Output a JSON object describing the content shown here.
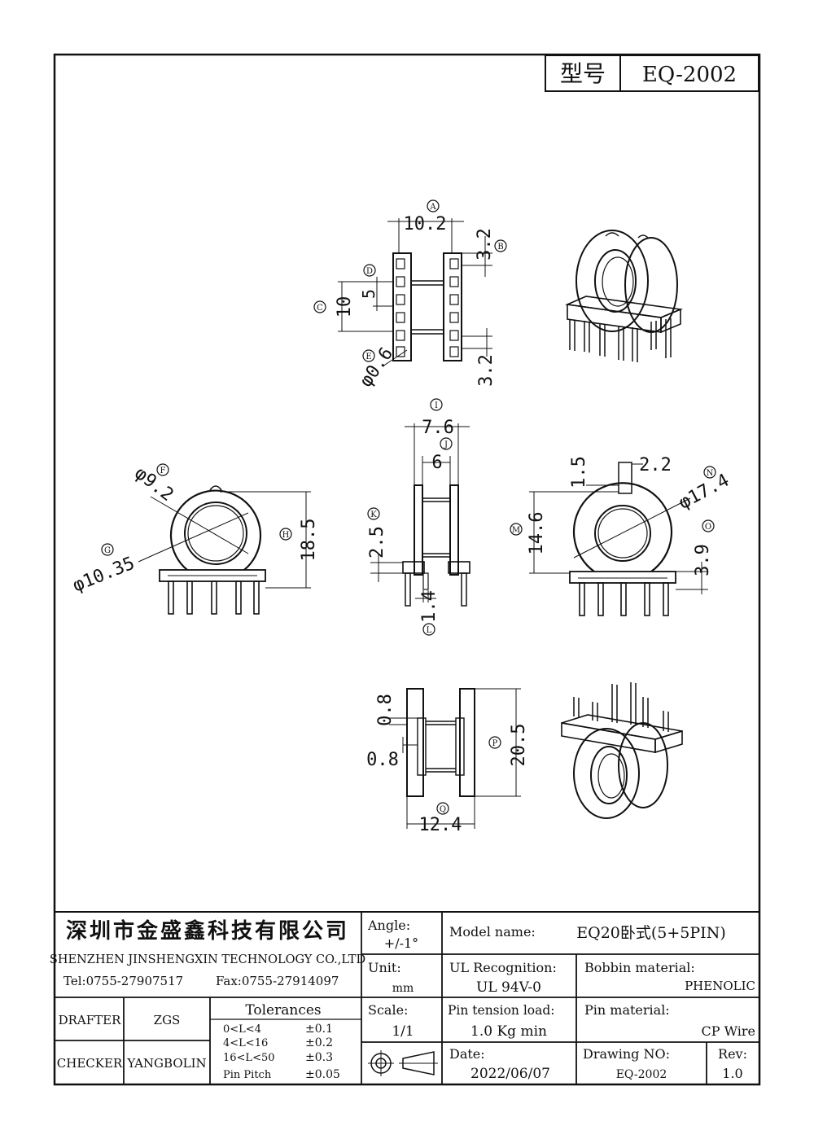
{
  "header": {
    "model_label": "型号",
    "model_value": "EQ-2002"
  },
  "dims": {
    "A": {
      "letter": "A",
      "value": "10.2"
    },
    "B": {
      "letter": "B",
      "value": "3.2"
    },
    "C": {
      "letter": "C",
      "value": "10"
    },
    "D": {
      "letter": "D",
      "value": "5"
    },
    "E": {
      "letter": "E",
      "value": "φ0.6"
    },
    "bottom_32": "3.2",
    "F": {
      "letter": "F",
      "value": "φ9.2"
    },
    "G": {
      "letter": "G",
      "value": "φ10.35"
    },
    "H": {
      "letter": "H",
      "value": "18.5"
    },
    "I": {
      "letter": "I",
      "value": "7.6"
    },
    "J": {
      "letter": "J",
      "value": "6"
    },
    "K": {
      "letter": "K",
      "value": "2.5"
    },
    "L": {
      "letter": "L",
      "value": "1.4"
    },
    "M": {
      "letter": "M",
      "value": "14.6"
    },
    "N": {
      "letter": "N",
      "value": "φ17.4"
    },
    "O": {
      "letter": "O",
      "value": "3.9"
    },
    "slot_15": "1.5",
    "slot_22": "2.2",
    "P": {
      "letter": "P",
      "value": "20.5"
    },
    "Q": {
      "letter": "Q",
      "value": "12.4"
    },
    "flange_08a": "0.8",
    "flange_08b": "0.8"
  },
  "title_block": {
    "company_cn": "深圳市金盛鑫科技有限公司",
    "company_en": "SHENZHEN JINSHENGXIN TECHNOLOGY CO.,LTD",
    "tel": "Tel:0755-27907517",
    "fax": "Fax:0755-27914097",
    "angle_label": "Angle:",
    "angle_value": "+/-1°",
    "unit_label": "Unit:",
    "unit_value": "mm",
    "scale_label": "Scale:",
    "scale_value": "1/1",
    "model_name_label": "Model name:",
    "model_name_value": "EQ20卧式(5+5PIN)",
    "ul_label": "UL Recognition:",
    "ul_value": "UL 94V-0",
    "bobbin_label": "Bobbin material:",
    "bobbin_value": "PHENOLIC",
    "pin_tension_label": "Pin tension load:",
    "pin_tension_value": "1.0 Kg min",
    "pin_material_label": "Pin material:",
    "pin_material_value": "CP Wire",
    "date_label": "Date:",
    "date_value": "2022/06/07",
    "drawing_no_label": "Drawing NO:",
    "drawing_no_value": "EQ-2002",
    "rev_label": "Rev:",
    "rev_value": "1.0",
    "drafter_label": "DRAFTER",
    "drafter_value": "ZGS",
    "checker_label": "CHECKER",
    "checker_value": "YANGBOLIN",
    "tolerances_title": "Tolerances",
    "tolerances": [
      {
        "range": "0<L<4",
        "value": "±0.1"
      },
      {
        "range": "4<L<16",
        "value": "±0.2"
      },
      {
        "range": "16<L<50",
        "value": "±0.3"
      },
      {
        "range": "Pin Pitch",
        "value": "±0.05"
      }
    ]
  }
}
